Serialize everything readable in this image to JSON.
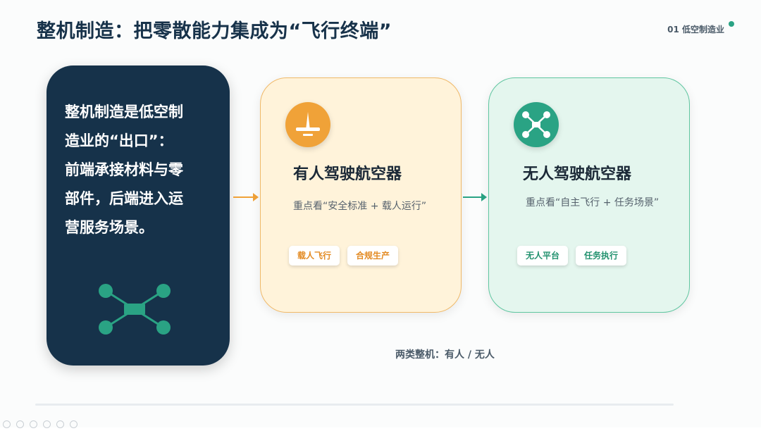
{
  "header": {
    "title": "整机制造：把零散能力集成为“飞行终端”",
    "section_label": "01 低空制造业"
  },
  "intro_card": {
    "lines": [
      "整机制造是低空制",
      "造业的“出口”：",
      "前端承接材料与零",
      "部件，后端进入运",
      "营服务场景。"
    ],
    "icon": "drone-network-icon"
  },
  "manned_card": {
    "icon": "aircraft-icon",
    "title": "有人驾驶航空器",
    "subtitle": "重点看“安全标准 + 载人运行”",
    "tags": [
      "载人飞行",
      "合规生产"
    ]
  },
  "unmanned_card": {
    "icon": "drone-icon",
    "title": "无人驾驶航空器",
    "subtitle": "重点看“自主飞行 + 任务场景”",
    "tags": [
      "无人平台",
      "任务执行"
    ]
  },
  "caption": "两类整机：有人 / 无人",
  "colors": {
    "navy": "#16324a",
    "orange": "#f0a238",
    "green": "#2aa384"
  }
}
